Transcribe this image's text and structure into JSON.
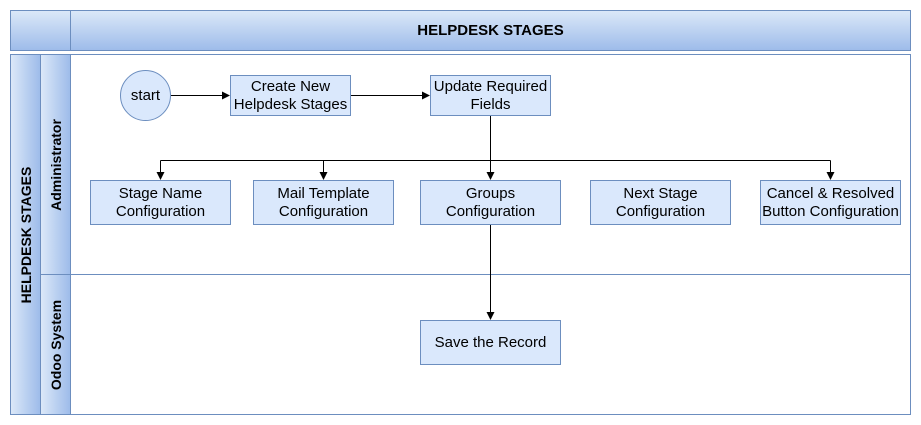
{
  "header": {
    "title": "HELPDESK STAGES"
  },
  "pool": {
    "title": "HELPDESK STAGES"
  },
  "lanes": [
    {
      "label": "Administrator"
    },
    {
      "label": "Odoo System"
    }
  ],
  "nodes": {
    "start": "start",
    "create": "Create New\nHelpdesk Stages",
    "update": "Update Required\nFields",
    "stage_name": "Stage Name\nConfiguration",
    "mail_template": "Mail Template\nConfiguration",
    "groups": "Groups\nConfiguration",
    "next_stage": "Next Stage\nConfiguration",
    "cancel_resolved": "Cancel & Resolved\nButton Configuration",
    "save": "Save the Record"
  },
  "colors": {
    "node_fill": "#dae8fc",
    "node_stroke": "#6c8ebf",
    "band_light": "#dbe8f8",
    "band_dark": "#9ebcea"
  }
}
